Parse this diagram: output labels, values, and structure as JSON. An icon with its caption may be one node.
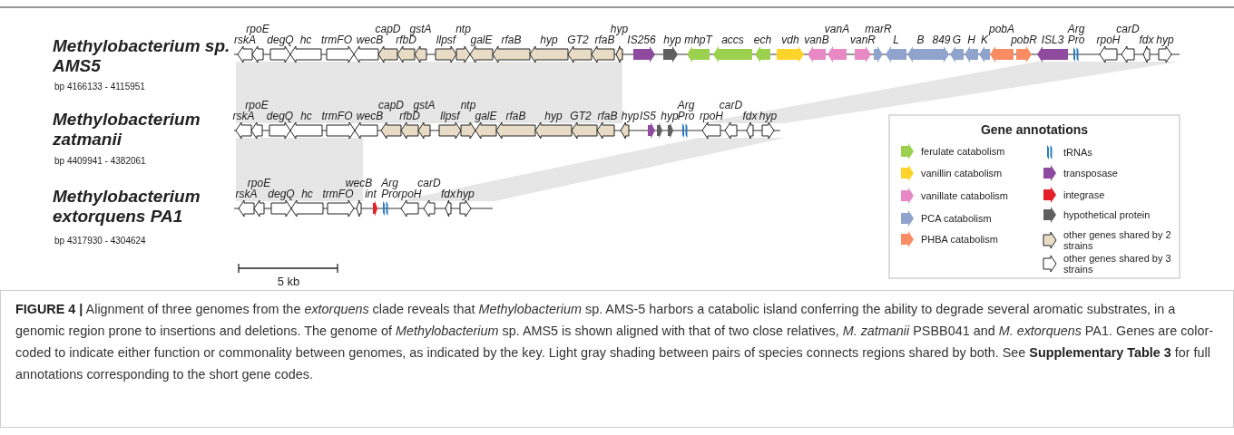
{
  "diagram": {
    "caption": "**FIGURE 4 |** Alignment of three genomes from the *extorquens* clade reveals that *Methylobacterium* sp. AMS-5 harbors a catabolic island conferring the ability to degrade several aromatic substrates, in a genomic region prone to insertions and deletions. The genome of *Methylobacterium* sp. AMS5 is shown aligned with that of two close relatives, *M. zatmanii* PSBB041 and *M. extorquens* PA1. Genes are color-coded to indicate either function or commonality between genomes, as indicated by the key. Light gray shading between pairs of species connects regions shared by both. See **Supplementary Table 3** for full annotations corresponding to the short gene codes.",
    "labels": [
      "Methylobacterium sp. AMS5",
      "rskA",
      "rpoE",
      "degQ",
      "hc",
      "trmFO",
      "wecB",
      "capD",
      "rfbD",
      "gstA",
      "llpsf",
      "ntp",
      "galE",
      "rfaB",
      "hyp",
      "GT2",
      "rfaB",
      "hyp",
      "IS256",
      "hyp",
      "mhpT",
      "accs",
      "ech",
      "vdh",
      "vanB",
      "vanA",
      "vanR",
      "marR",
      "L",
      "B",
      "849",
      "G",
      "H",
      "K",
      "pobA",
      "pobR",
      "ISL3",
      "Arg",
      "Pro",
      "rpoH",
      "carD",
      "fdx",
      "hyp",
      "bp 4166133 - 4115951",
      "Methylobacterium zatmanii",
      "rskA",
      "rpoE",
      "degQ",
      "hc",
      "trmFO",
      "wecB",
      "capD",
      "rfbD",
      "gstA",
      "llpsf",
      "ntp",
      "galE",
      "rfaB",
      "hyp",
      "GT2",
      "rfaB",
      "hyp",
      "IS5",
      "hyp",
      "Arg",
      "Pro",
      "rpoH",
      "carD",
      "fdx",
      "hyp",
      "bp 4409941 - 4382061",
      "Methylobacterium extorquens PA1",
      "rskA",
      "rpoE",
      "degQ",
      "hc",
      "trmFO",
      "wecB",
      "int",
      "Arg",
      "Pro",
      "rpoH",
      "carD",
      "fdx",
      "hyp",
      "bp 4317930 - 4304624",
      "5 kb",
      "Gene annotations"
    ],
    "legend": [
      {
        "text": "ferulate catabolism",
        "color": "#9bd14f"
      },
      {
        "text": "vanillin catabolism",
        "color": "#ffd42a"
      },
      {
        "text": "vanillate catabolism",
        "color": "#e889c6"
      },
      {
        "text": "PCA catabolism",
        "color": "#8fa3cc"
      },
      {
        "text": "PHBA catabolism",
        "color": "#f98c62"
      },
      {
        "text": "tRNAs",
        "color": "#2c7bc0"
      },
      {
        "text": "transposase",
        "color": "#8e4a9e"
      },
      {
        "text": "integrase",
        "color": "#e3202a"
      },
      {
        "text": "hypothetical protein",
        "color": "#606060"
      },
      {
        "text": "other genes shared by 2 strains",
        "color": "#e8dcc6"
      },
      {
        "text": "other genes shared by 3 strains",
        "color": "#ffffff"
      }
    ]
  }
}
